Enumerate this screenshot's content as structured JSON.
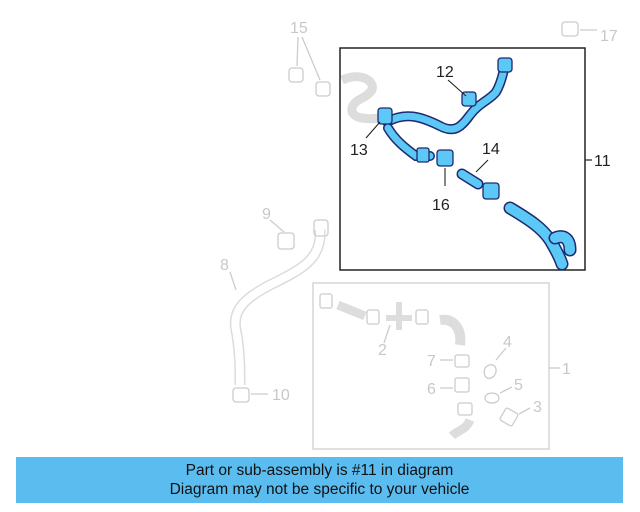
{
  "diagram": {
    "callouts": {
      "c1": "1",
      "c2": "2",
      "c3": "3",
      "c4": "4",
      "c5": "5",
      "c6": "6",
      "c7": "7",
      "c8": "8",
      "c9": "9",
      "c10": "10",
      "c11": "11",
      "c12": "12",
      "c13": "13",
      "c14": "14",
      "c15": "15",
      "c16": "16",
      "c17": "17"
    },
    "highlighted_part": "11",
    "colors": {
      "highlight": "#5bc8f5",
      "outline": "#1e2a70",
      "faded": "#c8c8c8",
      "banner": "#5bbcf0"
    }
  },
  "banner": {
    "line1": "Part or sub-assembly is #11 in diagram",
    "line2": "Diagram may not be specific to your vehicle"
  }
}
